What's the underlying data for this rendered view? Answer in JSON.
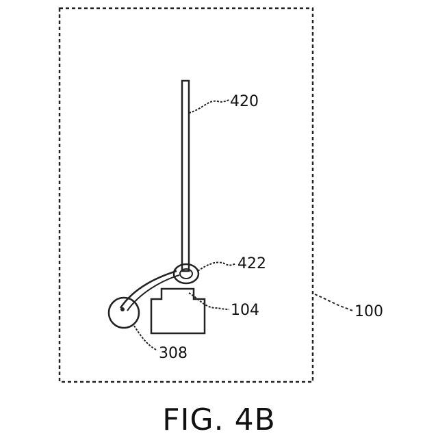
{
  "figure": {
    "caption": "FIG. 4B",
    "labels": {
      "device": "100",
      "element_104": "104",
      "element_308": "308",
      "element_420": "420",
      "element_422": "422"
    }
  }
}
